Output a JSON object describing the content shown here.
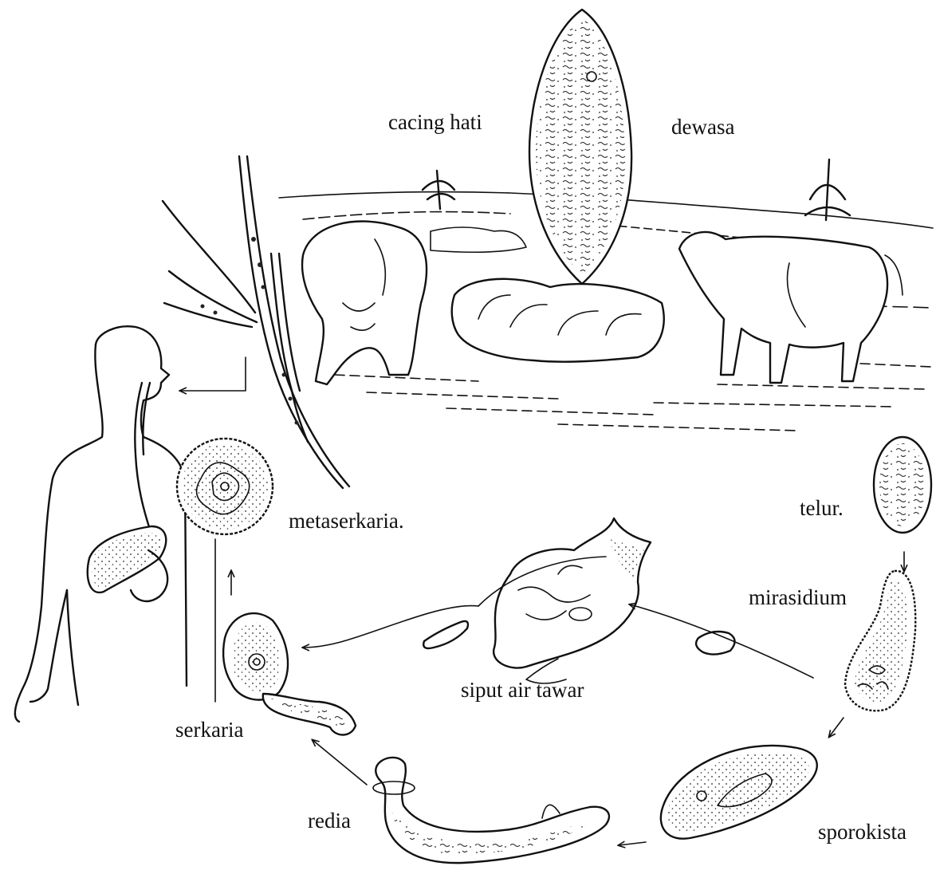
{
  "diagram": {
    "labels": {
      "adult_left": "cacing hati",
      "adult_right": "dewasa",
      "egg": "telur.",
      "miracidium": "mirasidium",
      "snail": "siput air tawar",
      "sporocyst": "sporokista",
      "redia": "redia",
      "cercaria": "serkaria",
      "metacercaria": "metaserkaria."
    },
    "colors": {
      "ink": "#111111",
      "background": "#ffffff"
    }
  }
}
